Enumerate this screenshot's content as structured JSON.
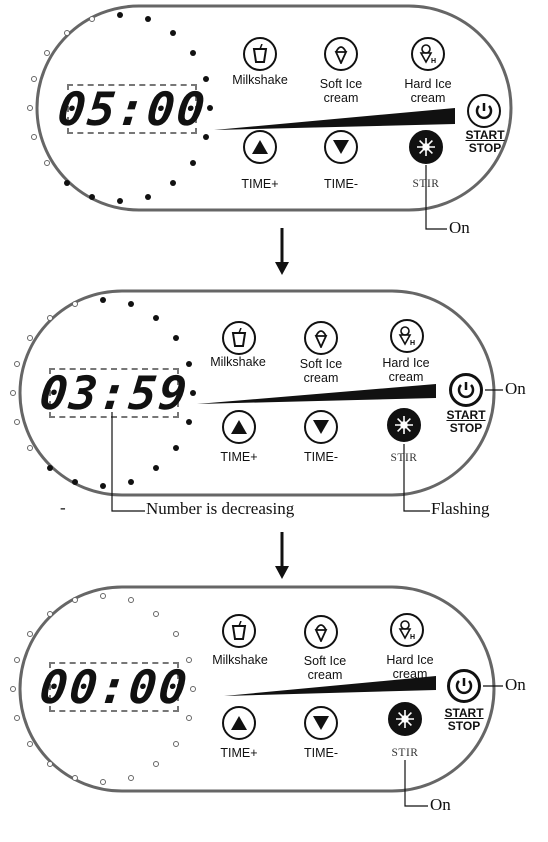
{
  "buttons": {
    "milkshake": "Milkshake",
    "soft_line1": "Soft Ice",
    "soft_line2": "cream",
    "hard_line1": "Hard Ice",
    "hard_line2": "cream",
    "time_plus": "TIME+",
    "time_minus": "TIME-",
    "stir": "STIR",
    "start": "START",
    "stop": "STOP"
  },
  "panels": [
    {
      "display": "05:00",
      "lit_dots": 13,
      "power_active": false
    },
    {
      "display": "03:59",
      "lit_dots": 13,
      "power_active": true
    },
    {
      "display": "00:00",
      "lit_dots": 0,
      "power_active": true
    }
  ],
  "annotations": {
    "panel1_stir": "On",
    "panel2_start": "On",
    "panel2_display": "Number is decreasing",
    "panel2_dash": "-",
    "panel2_stir": "Flashing",
    "panel3_start": "On",
    "panel3_stir": "On"
  },
  "icons": [
    "milkshake-icon",
    "soft-ice-cream-icon",
    "hard-ice-cream-icon",
    "up-arrow-icon",
    "down-arrow-icon",
    "stir-icon",
    "power-icon",
    "down-arrow-connector-icon"
  ]
}
